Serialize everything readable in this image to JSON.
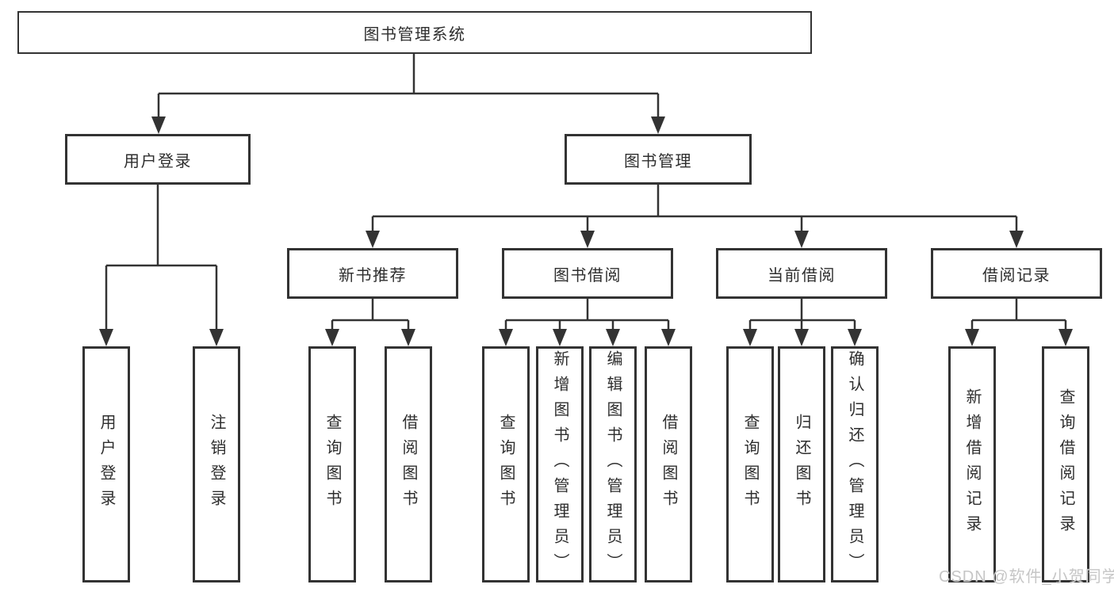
{
  "colors": {
    "background": "#ffffff",
    "line": "#333333",
    "box_border": "#333333",
    "box_fill": "#ffffff",
    "text": "#2e2e2e",
    "watermark": "#c6c6c6"
  },
  "tree": {
    "root": {
      "label": "图书管理系统",
      "children": [
        {
          "label": "用户登录",
          "children": [
            {
              "label": "用户登录"
            },
            {
              "label": "注销登录"
            }
          ]
        },
        {
          "label": "图书管理",
          "children": [
            {
              "label": "新书推荐",
              "children": [
                {
                  "label": "查询图书"
                },
                {
                  "label": "借阅图书"
                }
              ]
            },
            {
              "label": "图书借阅",
              "children": [
                {
                  "label": "查询图书"
                },
                {
                  "label": "新增图书（管理员）"
                },
                {
                  "label": "编辑图书（管理员）"
                },
                {
                  "label": "借阅图书"
                }
              ]
            },
            {
              "label": "当前借阅",
              "children": [
                {
                  "label": "查询图书"
                },
                {
                  "label": "归还图书"
                },
                {
                  "label": "确认归还（管理员）"
                }
              ]
            },
            {
              "label": "借阅记录",
              "children": [
                {
                  "label": "新增借阅记录"
                },
                {
                  "label": "查询借阅记录"
                }
              ]
            }
          ]
        }
      ]
    }
  },
  "watermark": {
    "text": "CSDN @软件_小贺同学"
  }
}
